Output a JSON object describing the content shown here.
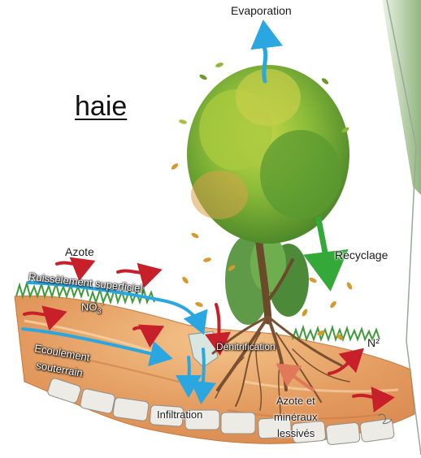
{
  "title": "haie",
  "labels": {
    "evaporation": "Evaporation",
    "azote": "Azote",
    "ruissellement": "Ruissèlement superficiel",
    "no3": "NO",
    "no3_sub": "3",
    "no3_sup": "-",
    "ecoulement": "Ecoulement",
    "souterrain": "souterrain",
    "denitrification": "Dénitrification",
    "recyclage": "Recyclage",
    "n2": "N²",
    "infiltration": "Infiltration",
    "azote_et": "Azote et",
    "mineraux": "minéraux",
    "lessives": "lessivés"
  },
  "colors": {
    "water_arrow": "#2aa6e0",
    "nitrogen_arrow": "#c8202a",
    "recycle_arrow": "#35a83a",
    "lessive_arrow": "#e0785a",
    "soil": "#e8a868",
    "grass": "#3f9a3a",
    "foliage": "#7db43a",
    "trunk": "#6b4a2a"
  },
  "icons": [
    "tree-illustration",
    "soil-cross-section",
    "roots",
    "stone-ditch",
    "hedge-border"
  ]
}
